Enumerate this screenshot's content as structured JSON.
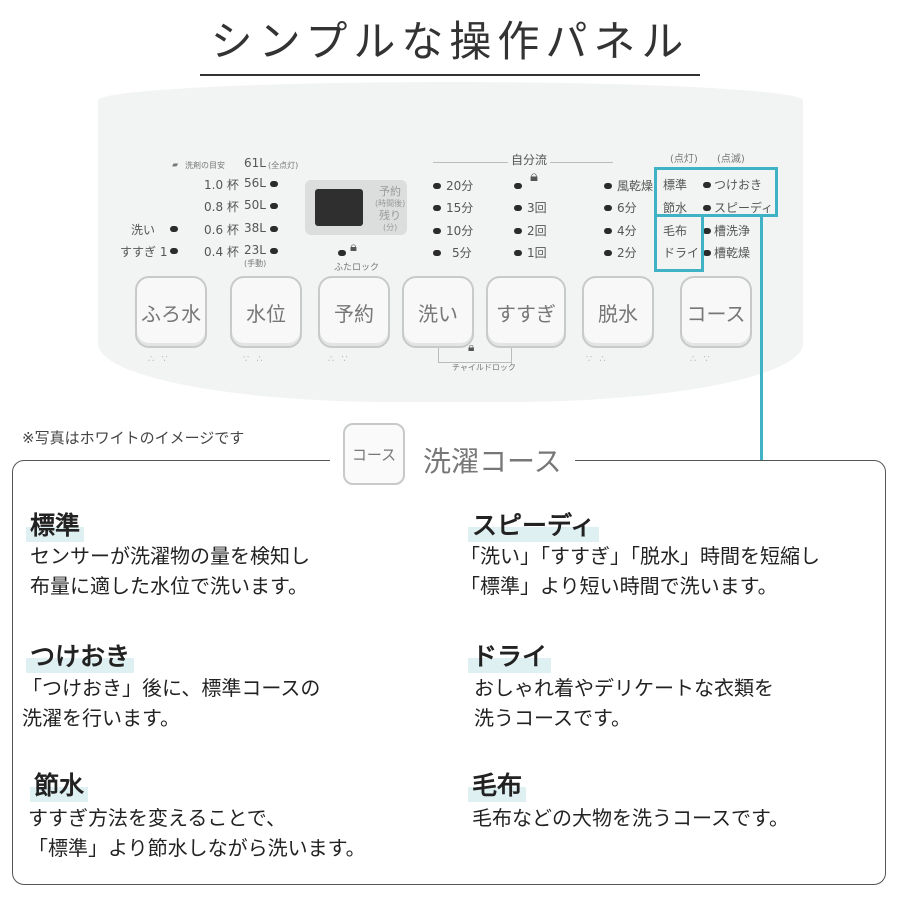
{
  "header": {
    "title": "シンプルな操作パネル"
  },
  "panel": {
    "detergent_label": "洗剤の目安",
    "water_levels": [
      {
        "cups": "",
        "liters": "61L",
        "note": "(全点灯)"
      },
      {
        "cups": "1.0 杯",
        "liters": "56L"
      },
      {
        "cups": "0.8 杯",
        "liters": "50L"
      },
      {
        "cups": "0.6 杯",
        "liters": "38L"
      },
      {
        "cups": "0.4 杯",
        "liters": "23L",
        "note": "(手動)"
      }
    ],
    "wash_label": "洗い",
    "rinse_label": "すすぎ 1",
    "display": {
      "reserve": "予約",
      "reserve_note": "(時間後)",
      "remaining": "残り",
      "remaining_note": "(分)"
    },
    "lid_lock": "ふたロック",
    "self_flow": "自分流",
    "wash_times": [
      "20分",
      "15分",
      "10分",
      "5分"
    ],
    "rinse_counts": [
      "3回",
      "2回",
      "1回"
    ],
    "spin": [
      "風乾燥",
      "6分",
      "4分",
      "2分"
    ],
    "lit_label": "(点灯)",
    "blink_label": "(点滅)",
    "courses_lit": [
      "標準",
      "節水",
      "毛布",
      "ドライ"
    ],
    "courses_blink": [
      "つけおき",
      "スピーディ",
      "槽洗浄",
      "槽乾燥"
    ],
    "child_lock": "チャイルドロック",
    "buttons": [
      "ふろ水",
      "水位",
      "予約",
      "洗い",
      "すすぎ",
      "脱水",
      "コース"
    ]
  },
  "note": "※写真はホワイトのイメージです",
  "legend": {
    "button": "コース",
    "title": "洗濯コース"
  },
  "courses": [
    {
      "name": "標準",
      "lines": [
        "センサーが洗濯物の量を検知し",
        "布量に適した水位で洗います。"
      ]
    },
    {
      "name": "スピーディ",
      "lines": [
        "「洗い」「すすぎ」「脱水」時間を短縮し",
        "「標準」より短い時間で洗います。"
      ]
    },
    {
      "name": "つけおき",
      "lines": [
        "「つけおき」後に、標準コースの",
        "洗濯を行います。"
      ]
    },
    {
      "name": "ドライ",
      "lines": [
        "おしゃれ着やデリケートな衣類を",
        "洗うコースです。"
      ]
    },
    {
      "name": "節水",
      "lines": [
        "すすぎ方法を変えることで、",
        "「標準」より節水しながら洗います。"
      ]
    },
    {
      "name": "毛布",
      "lines": [
        "毛布などの大物を洗うコースです。"
      ]
    }
  ],
  "colors": {
    "accent": "#3fb3c5",
    "panel": "#f2f4f3",
    "indicator": "#2b2b2b"
  }
}
